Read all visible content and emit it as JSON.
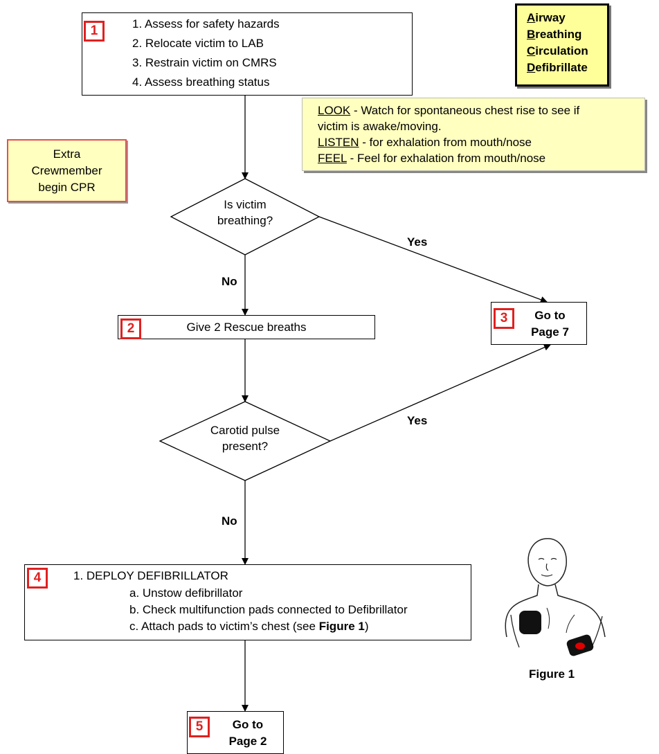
{
  "step1": {
    "badge": "1",
    "items": [
      "1.  Assess for safety hazards",
      "2.  Relocate victim to LAB",
      "3.  Restrain victim on CMRS",
      "4.  Assess breathing status"
    ]
  },
  "abcd": {
    "lines": [
      {
        "first": "A",
        "rest": "irway"
      },
      {
        "first": "B",
        "rest": "reathing"
      },
      {
        "first": "C",
        "rest": "irculation"
      },
      {
        "first": "D",
        "rest": "efibrillate"
      }
    ]
  },
  "look_listen_feel": {
    "look_key": "LOOK",
    "look_text": " - Watch for spontaneous chest rise to see if",
    "look_text2": "victim is awake/moving.",
    "listen_key": "LISTEN",
    "listen_text": " - for exhalation from mouth/nose",
    "feel_key": "FEEL",
    "feel_text": " - Feel for exhalation from mouth/nose"
  },
  "extra_crew": {
    "line1": "Extra",
    "line2": "Crewmember",
    "line3": "begin CPR"
  },
  "decision1": {
    "line1": "Is victim",
    "line2": "breathing?",
    "yes": "Yes",
    "no": "No"
  },
  "step2": {
    "badge": "2",
    "text": "Give 2 Rescue breaths"
  },
  "step3": {
    "badge": "3",
    "line1": "Go to",
    "line2": "Page 7"
  },
  "decision2": {
    "line1": "Carotid pulse",
    "line2": "present?",
    "yes": "Yes",
    "no": "No"
  },
  "step4": {
    "badge": "4",
    "title": "1. DEPLOY DEFIBRILLATOR",
    "a": "a.  Unstow defibrillator",
    "b": "b.  Check multifunction pads connected to Defibrillator",
    "c_pre": "c.  Attach pads to victim’s chest (see ",
    "c_bold": "Figure 1",
    "c_post": ")"
  },
  "figure": {
    "caption": "Figure 1"
  },
  "step5": {
    "badge": "5",
    "line1": "Go to",
    "line2": "Page 2"
  },
  "colors": {
    "badge_border": "#e02020",
    "note_fill": "#ffffc0",
    "abcd_fill": "#ffff99",
    "pad_red": "#e00000"
  }
}
